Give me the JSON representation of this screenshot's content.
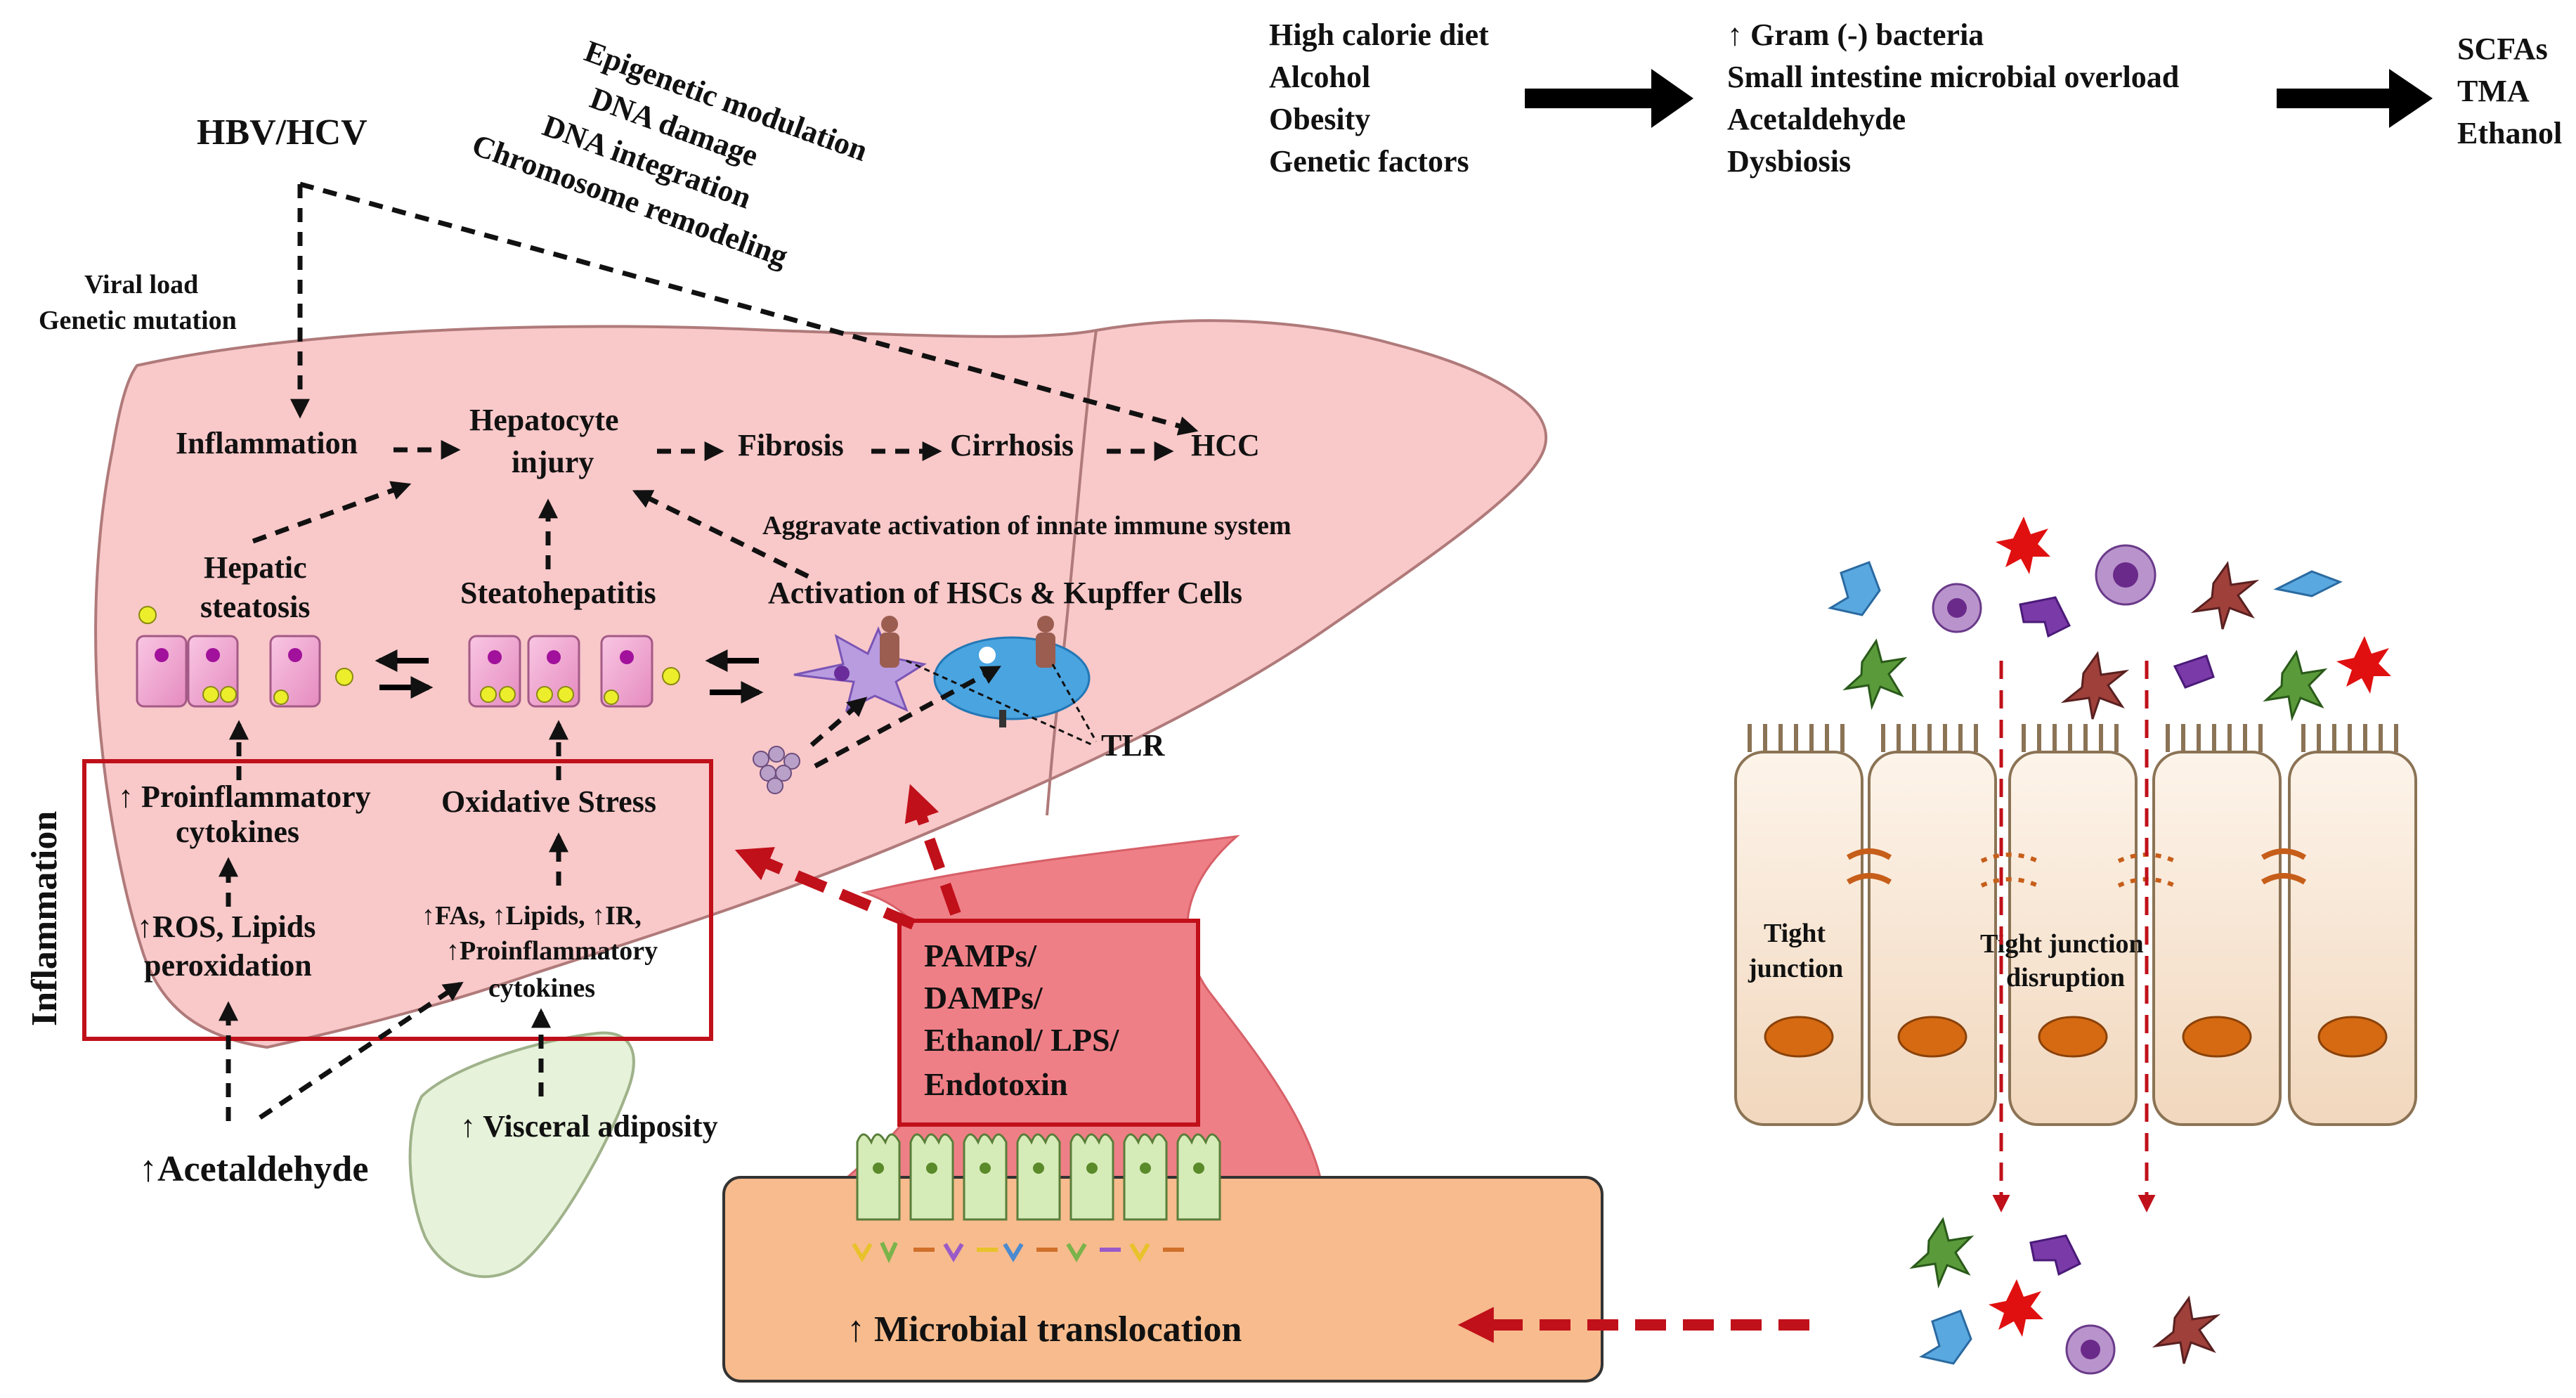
{
  "top_flow": {
    "risk_factors": [
      "High calorie diet",
      "Alcohol",
      "Obesity",
      "Genetic factors"
    ],
    "gut_changes": [
      "↑ Gram (-) bacteria",
      "Small intestine microbial  overload",
      "Acetaldehyde",
      "Dysbiosis"
    ],
    "metabolites": [
      "SCFAs",
      "TMA",
      "Ethanol"
    ]
  },
  "virus": {
    "title": "HBV/HCV",
    "left_effects": [
      "Viral load",
      "Genetic mutation"
    ],
    "diagonal_effects": [
      "Epigenetic modulation",
      "DNA damage",
      "DNA integration",
      "Chromosome  remodeling"
    ]
  },
  "progression": {
    "inflammation": "Inflammation",
    "hepatocyte_injury": [
      "Hepatocyte",
      "injury"
    ],
    "fibrosis": "Fibrosis",
    "cirrhosis": "Cirrhosis",
    "hcc": "HCC"
  },
  "liver": {
    "innate_immune": "Aggravate activation of innate immune system",
    "hsc_kupffer": "Activation of HSCs & Kupffer Cells",
    "hepatic_steatosis": [
      "Hepatic",
      "steatosis"
    ],
    "steatohepatitis": "Steatohepatitis",
    "tlr": "TLR",
    "side_label": "Inflammation"
  },
  "inflammation_box": {
    "proinflammatory": [
      "↑ Proinflammatory",
      "cytokines"
    ],
    "oxidative_stress": "Oxidative Stress",
    "ros": [
      "↑ROS, Lipids",
      "peroxidation"
    ],
    "fas": [
      "↑FAs, ↑Lipids, ↑IR,",
      "↑Proinflammatory",
      "cytokines"
    ]
  },
  "bottom_left": {
    "acetaldehyde": "↑Acetaldehyde",
    "visceral": "↑ Visceral adiposity"
  },
  "pamps_box": [
    "PAMPs/",
    "DAMPs/",
    "Ethanol/ LPS/",
    "Endotoxin"
  ],
  "gut": {
    "microbial_translocation": "↑ Microbial translocation",
    "tight_junction": [
      "Tight",
      "junction"
    ],
    "tight_junction_disruption": [
      "Tight junction",
      "disruption"
    ]
  },
  "colors": {
    "liver": "#f9c8c9",
    "liver_edge": "#b07a7a",
    "portal": "#ef7f86",
    "intestine": "#f7bb8d",
    "red_arrow": "#c0101a",
    "cell": "#f8e6d0",
    "nucleus": "#d66a12"
  }
}
